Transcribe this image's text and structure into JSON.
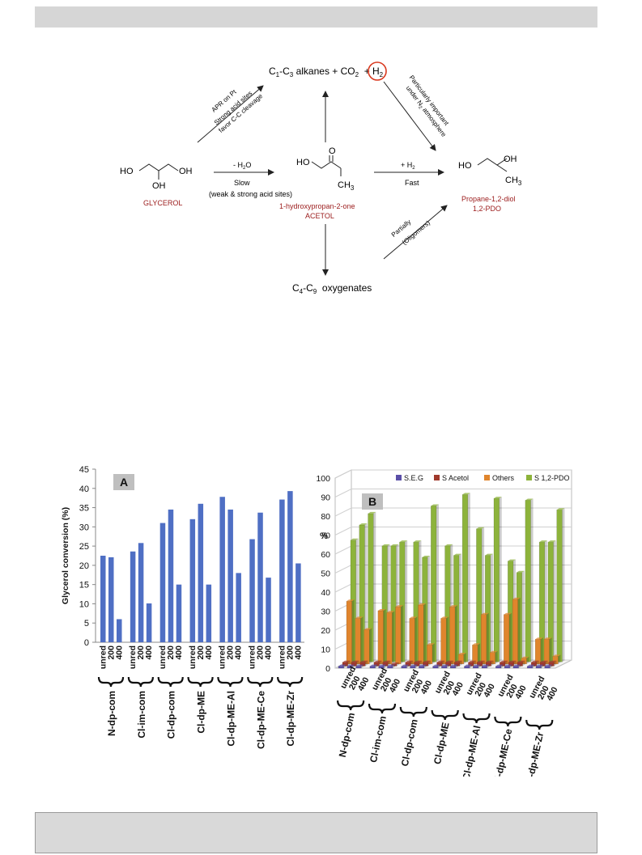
{
  "scheme": {
    "top": {
      "t1": "C",
      "s1": "1",
      "t2": "-C",
      "s2": "3",
      "t3": " alkanes  + CO",
      "s3": "2",
      "t4": "  +  ",
      "h2": "H",
      "h2s": "2"
    },
    "glycerol": {
      "ho1": "HO",
      "oh1": "OH",
      "oh2": "OH",
      "name": "GLYCEROL"
    },
    "acetol": {
      "ho": "HO",
      "o": "O",
      "ch3": "CH",
      "ch3s": "3",
      "name1": "1-hydroxypropan-2-one",
      "name2": "ACETOL"
    },
    "pdo": {
      "ho": "HO",
      "oh": "OH",
      "ch3": "CH",
      "ch3s": "3",
      "name1": "Propane-1,2-diol",
      "name2": "1,2-PDO"
    },
    "step1": {
      "above_a": "- H",
      "above_s": "2",
      "above_b": "O",
      "below1": "Slow",
      "below2": "(weak & strong acid sites)"
    },
    "step2": {
      "above_a": "+  H",
      "above_s": "2",
      "below": "Fast"
    },
    "apr": {
      "l1": "APR on Pt",
      "l2": "Strong acid sites",
      "l3": "favor C-C cleavage"
    },
    "n2": {
      "l1": "Particularly important",
      "l2a": "under N",
      "l2s": "2",
      "l2b": " atmosphere"
    },
    "partial": {
      "l1": "Partially",
      "l2": "(Oligomers)"
    },
    "bottom": {
      "t1": "C",
      "s1": "4",
      "t2": "-C",
      "s2": "9",
      "t3": "  oxygenates"
    }
  },
  "chart_data": [
    {
      "type": "bar",
      "panel_label": "A",
      "ylabel": "Glycerol conversion (%)",
      "ylim": [
        0,
        45
      ],
      "yticks": [
        "0",
        "5",
        "10",
        "15",
        "20",
        "25",
        "30",
        "35",
        "40",
        "45"
      ],
      "grid": false,
      "color": "#4f6fc4",
      "groups": [
        "N-dp-com",
        "Cl-im-com",
        "Cl-dp-com",
        "Cl-dp-ME",
        "Cl-dp-ME-Al",
        "Cl-dp-ME-Ce",
        "Cl-dp-ME-Zr"
      ],
      "conditions": [
        "unred",
        "200",
        "400"
      ],
      "values": [
        [
          22.5,
          22.1,
          6.0
        ],
        [
          23.6,
          25.8,
          10.1
        ],
        [
          31.0,
          34.5,
          15.0
        ],
        [
          32.0,
          36.0,
          15.0
        ],
        [
          37.8,
          34.5,
          18.0
        ],
        [
          26.8,
          33.7,
          16.8
        ],
        [
          37.1,
          39.3,
          20.5
        ]
      ]
    },
    {
      "type": "bar",
      "style": "3d-clustered",
      "panel_label": "B",
      "ylabel": "%",
      "ylim": [
        0,
        100
      ],
      "yticks": [
        "0",
        "10",
        "20",
        "30",
        "40",
        "50",
        "60",
        "70",
        "80",
        "90",
        "100"
      ],
      "grid": true,
      "legend_position": "top",
      "series": [
        {
          "name": "S.E.G",
          "color": "#5b4fa8"
        },
        {
          "name": "S Acetol",
          "color": "#a0392c"
        },
        {
          "name": "Others",
          "color": "#e0852d"
        },
        {
          "name": "S 1,2-PDO",
          "color": "#8db33b"
        }
      ],
      "groups": [
        "N-dp-com",
        "Cl-im-com",
        "Cl-dp-com",
        "Cl-dp-ME",
        "Cl-dp-ME-Al",
        "Cl-dp-ME-Ce",
        "Cl-dp-ME-Zr"
      ],
      "conditions": [
        "unred",
        "200",
        "400"
      ],
      "values": {
        "S.E.G": [
          [
            1,
            1,
            1
          ],
          [
            1,
            1,
            1
          ],
          [
            1,
            1,
            1
          ],
          [
            1,
            1,
            1
          ],
          [
            1,
            1,
            1
          ],
          [
            1,
            1,
            1
          ],
          [
            1,
            1,
            1
          ]
        ],
        "S Acetol": [
          [
            2,
            2,
            2
          ],
          [
            2,
            2,
            1
          ],
          [
            2,
            2,
            2
          ],
          [
            2,
            2,
            2
          ],
          [
            2,
            2,
            2
          ],
          [
            2,
            2,
            2
          ],
          [
            2,
            2,
            2
          ]
        ],
        "Others": [
          [
            33,
            24,
            18
          ],
          [
            28,
            27,
            30
          ],
          [
            24,
            31,
            10
          ],
          [
            24,
            30,
            5
          ],
          [
            10,
            26,
            6
          ],
          [
            26,
            34,
            3
          ],
          [
            13,
            13,
            4
          ]
        ],
        "S 1,2-PDO": [
          [
            64,
            72,
            78
          ],
          [
            61,
            61,
            63
          ],
          [
            63,
            55,
            82
          ],
          [
            61,
            56,
            88
          ],
          [
            70,
            56,
            86
          ],
          [
            53,
            47,
            85
          ],
          [
            63,
            63,
            80
          ]
        ]
      }
    }
  ]
}
